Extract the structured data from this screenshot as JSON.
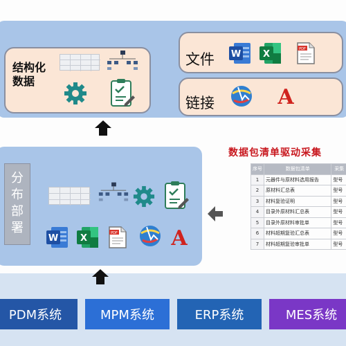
{
  "structured_data": {
    "title": "结构化数据"
  },
  "file_card": {
    "title": "文件"
  },
  "link_card": {
    "title": "链接"
  },
  "distributed": {
    "label": "分布部署"
  },
  "checklist": {
    "title": "数据包清单驱动采集",
    "headers": [
      "序号",
      "数据包清单",
      "采集"
    ],
    "rows": [
      {
        "no": "1",
        "name": "元器件与原材料选用报告",
        "type": "型号"
      },
      {
        "no": "2",
        "name": "原材料汇总表",
        "type": "型号"
      },
      {
        "no": "3",
        "name": "材料复验证明",
        "type": "型号"
      },
      {
        "no": "4",
        "name": "目录外原材料汇总表",
        "type": "型号"
      },
      {
        "no": "5",
        "name": "目录外原材料审批单",
        "type": "型号"
      },
      {
        "no": "6",
        "name": "材料超期复验汇总表",
        "type": "型号"
      },
      {
        "no": "7",
        "name": "材料超期复验审批单",
        "type": "型号"
      }
    ]
  },
  "systems": [
    {
      "label": "PDM系统",
      "color": "#2456a6"
    },
    {
      "label": "MPM系统",
      "color": "#2c6fd6"
    },
    {
      "label": "ERP系统",
      "color": "#2364b4"
    },
    {
      "label": "MES系统",
      "color": "#7a37c6"
    }
  ],
  "icons": {
    "word": "W",
    "excel": "X",
    "pdf": "PDF",
    "autocad": "A"
  }
}
